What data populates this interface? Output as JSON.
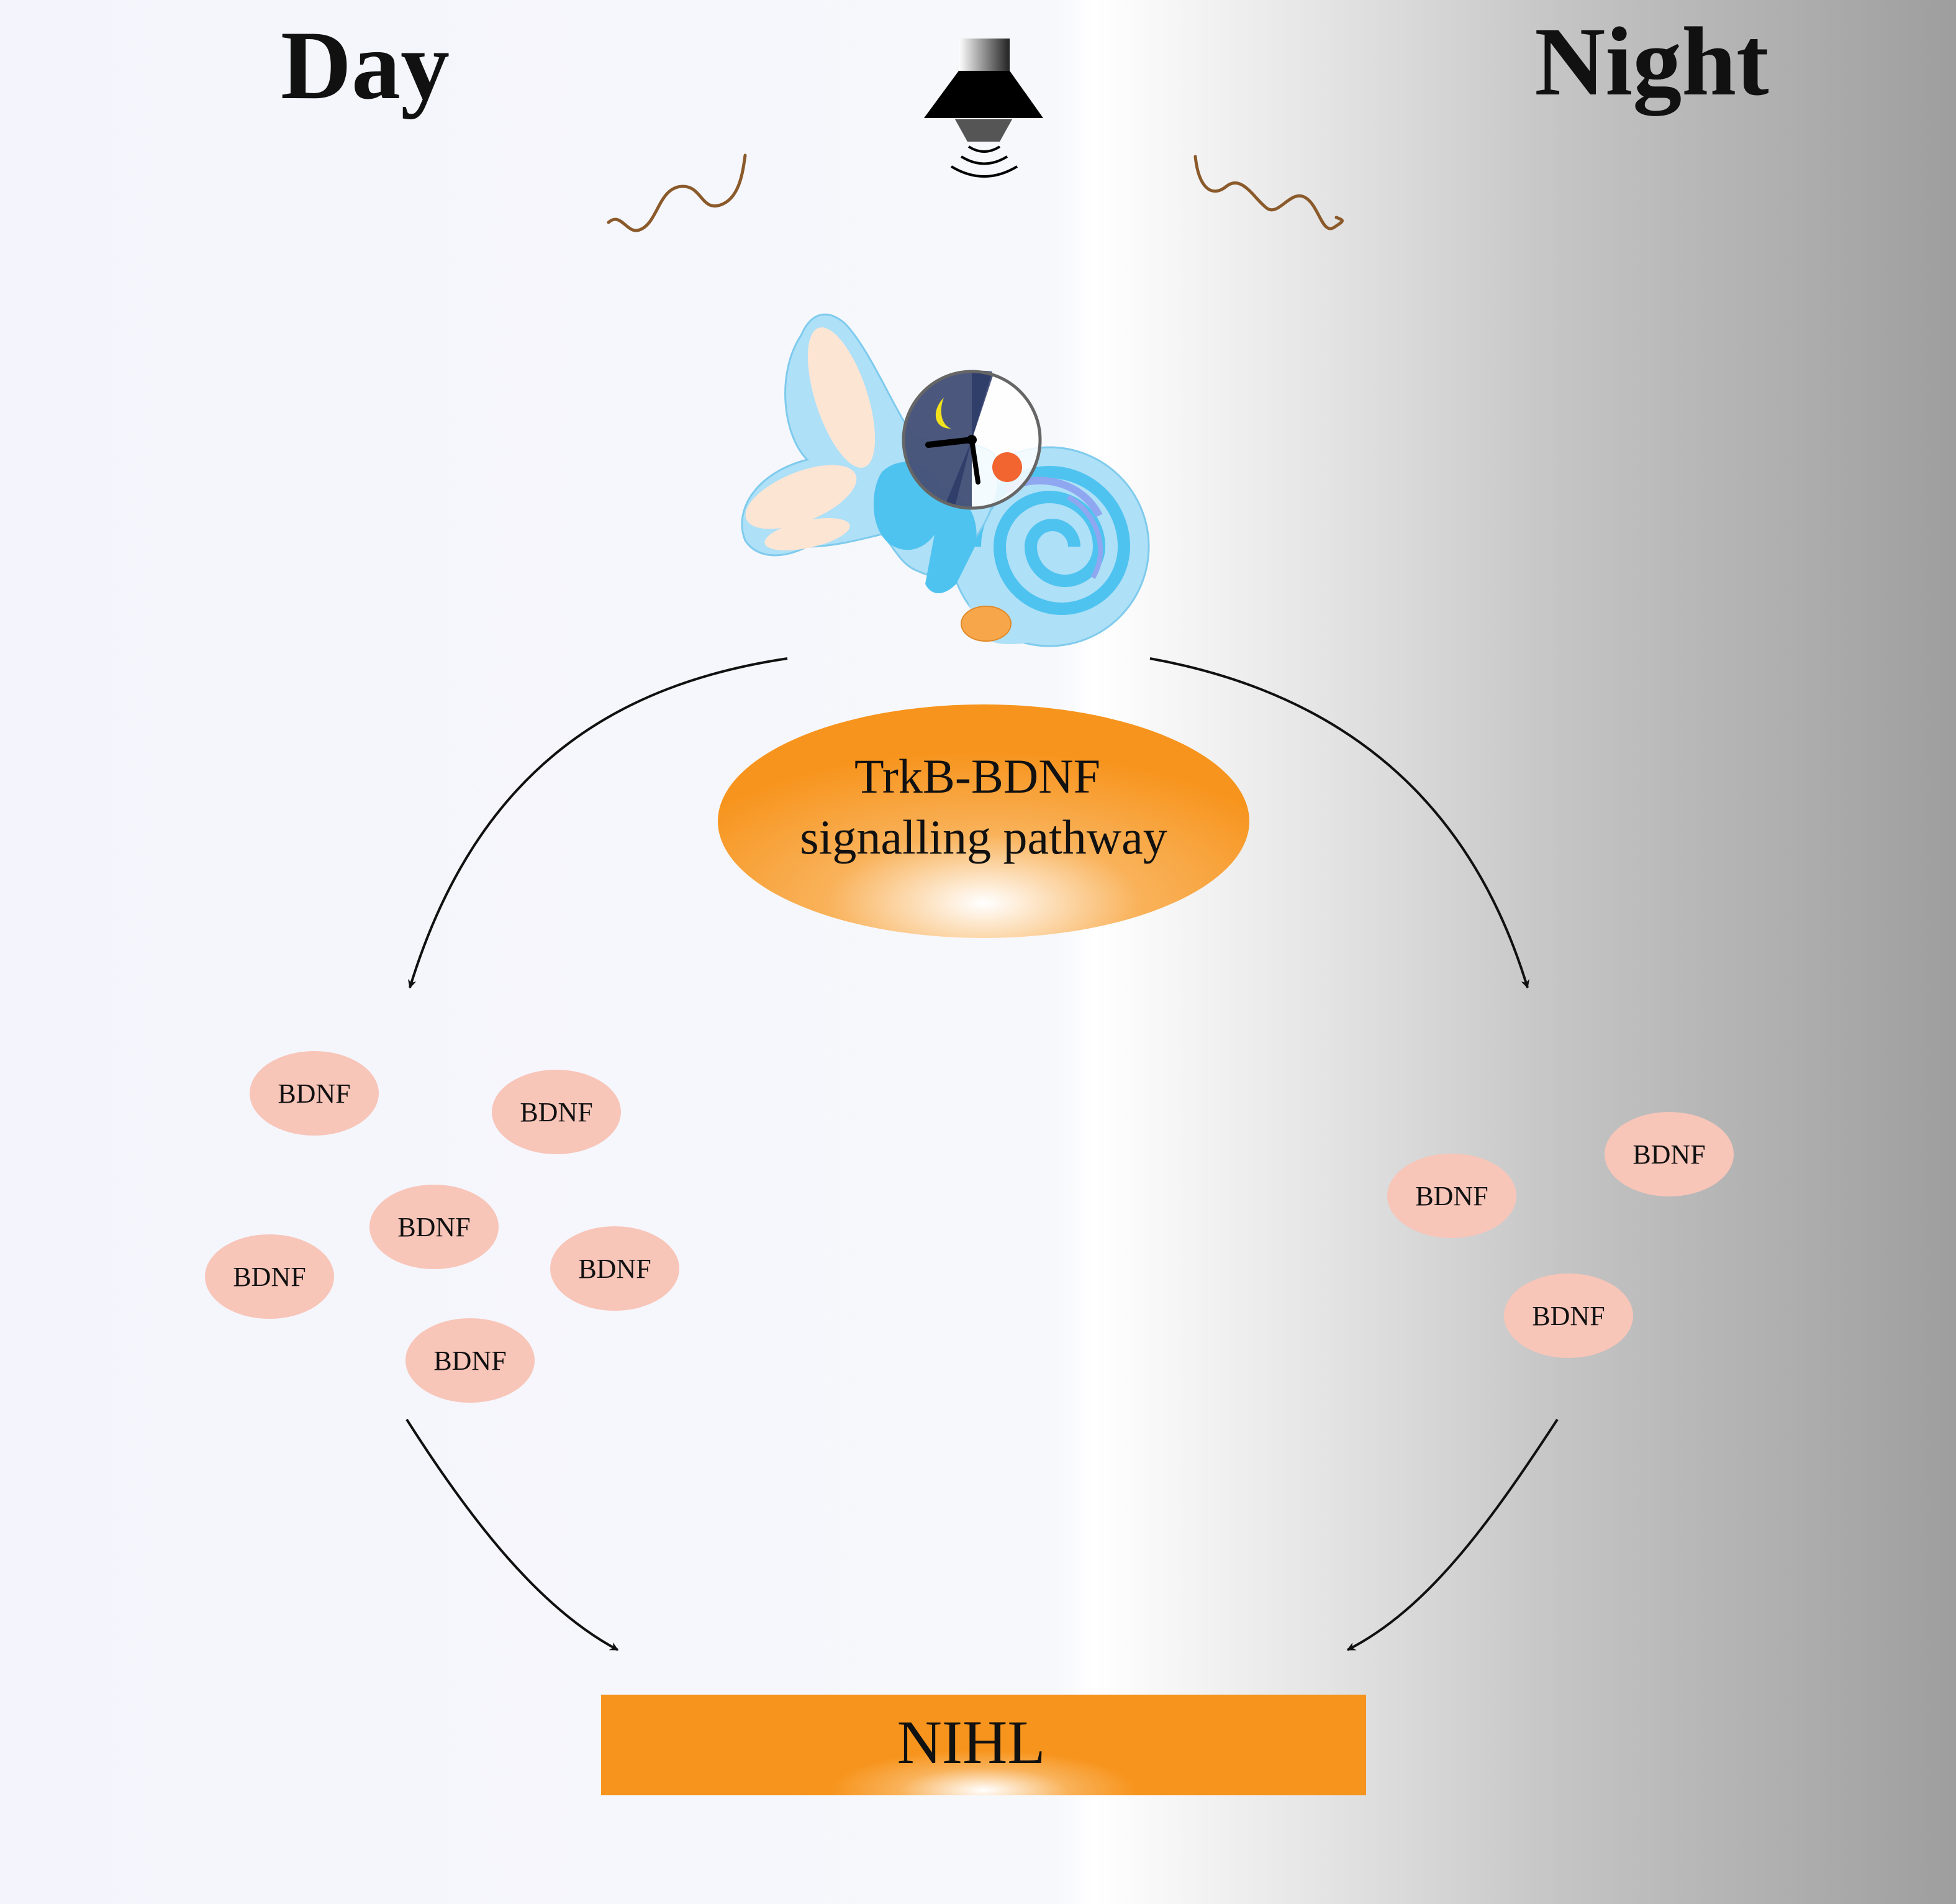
{
  "labels": {
    "day": "Day",
    "night": "Night"
  },
  "pathway": {
    "line1": "TrkB-BDNF",
    "line2": "signalling pathway"
  },
  "bdnf": {
    "label": "BDNF",
    "day_count": 6,
    "night_count": 3
  },
  "outcome": {
    "label": "NIHL"
  },
  "colors": {
    "orange": "#f7941d",
    "bdnf_fill": "#f8c5b9",
    "wave": "#8b5a2b",
    "ear_blue": "#4fc3f0",
    "ear_light": "#aee0f7",
    "ear_peach": "#fde5d4",
    "clock_dark": "#2b3a66",
    "moon": "#f2e21c",
    "red_dot": "#f26430"
  },
  "icons": [
    "speaker-icon",
    "sound-wave-icon",
    "inner-ear-icon",
    "clock-icon",
    "moon-icon"
  ]
}
